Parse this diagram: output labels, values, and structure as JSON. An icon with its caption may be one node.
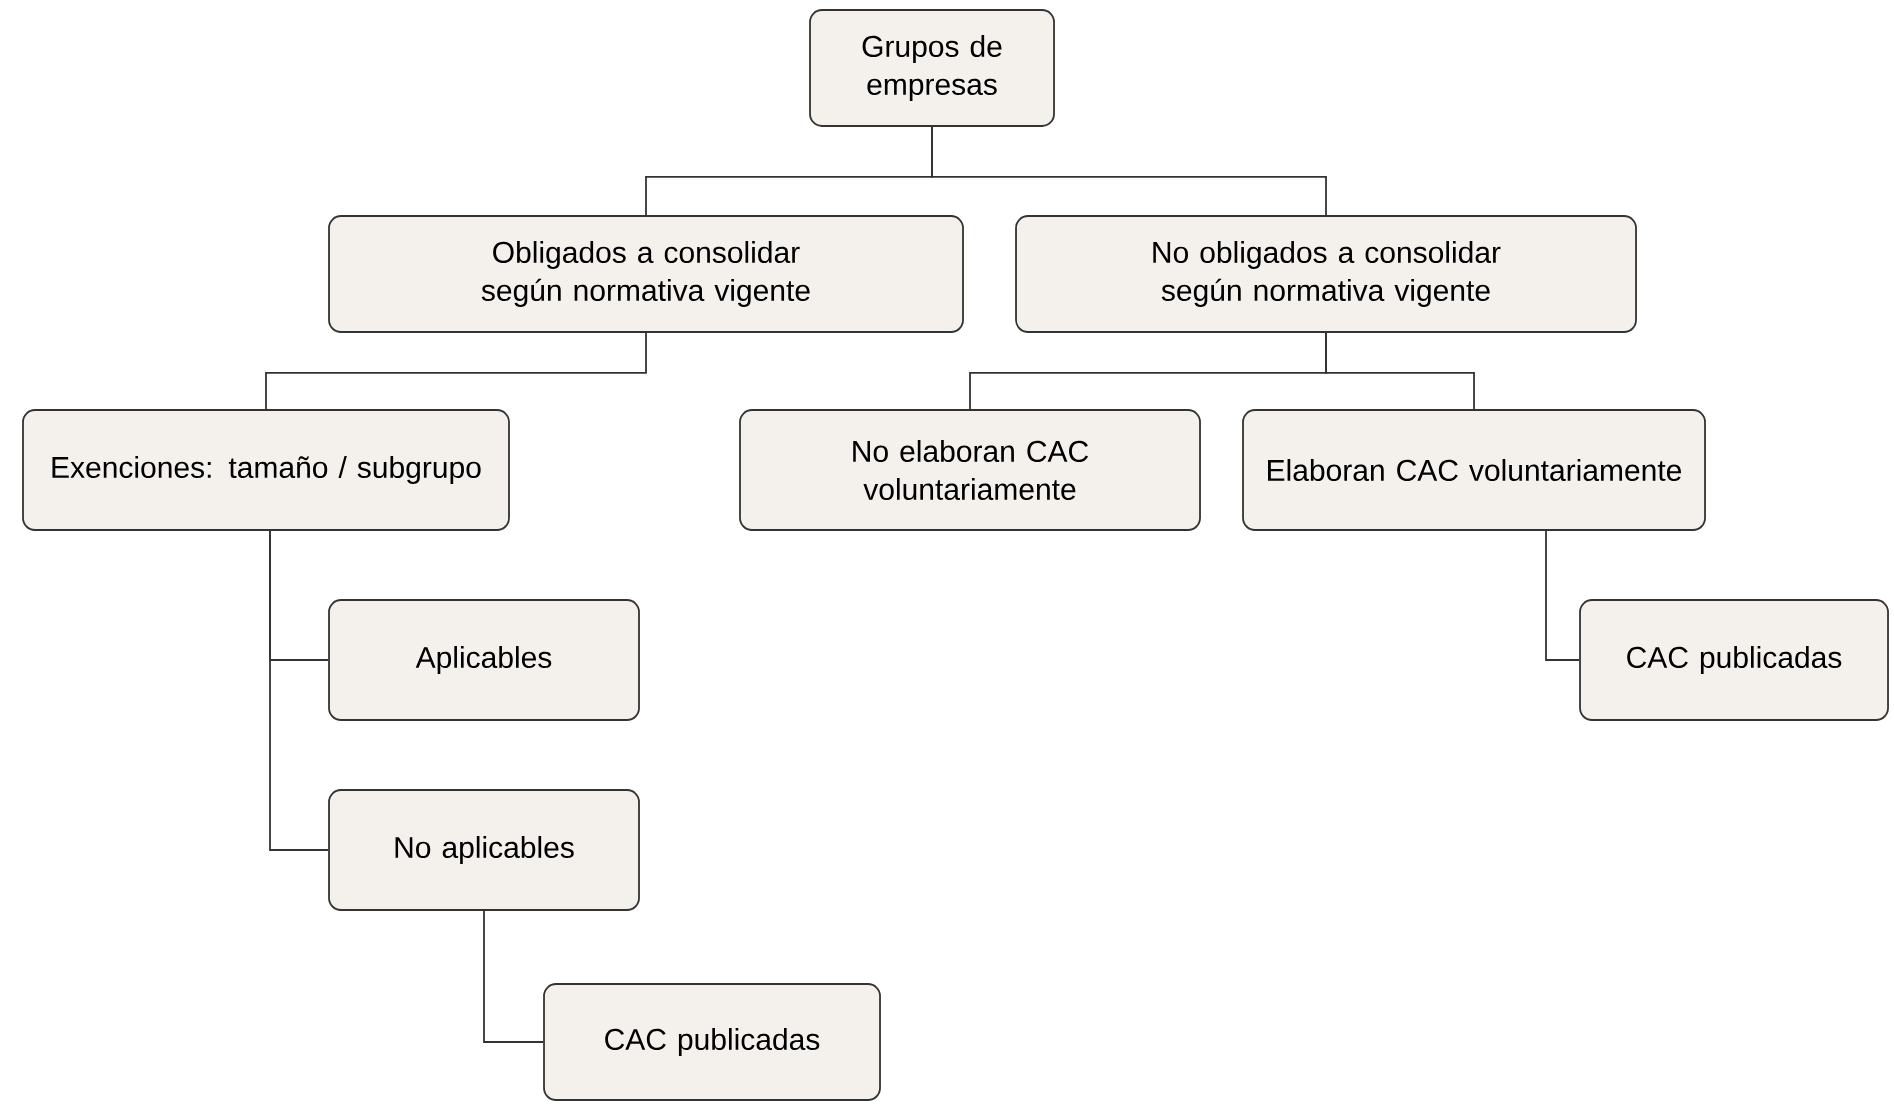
{
  "diagram": {
    "nodes": [
      {
        "text": [
          "Grupos de empresas"
        ]
      },
      {
        "text": [
          "Obligados a consolidar según normativa vigente"
        ]
      },
      {
        "text": [
          "No obligados a consolidar según normativa vigente"
        ]
      },
      {
        "text": [
          "Exenciones: tamaño / subgrupo"
        ]
      },
      {
        "text": [
          "No elaboran CAC voluntariamente"
        ]
      },
      {
        "text": [
          "Elaboran CAC voluntariamente"
        ]
      },
      {
        "text": [
          "Aplicables"
        ]
      },
      {
        "text": [
          "No aplicables"
        ]
      },
      {
        "text": [
          "CAC publicadas"
        ]
      },
      {
        "text": [
          "CAC publicadas"
        ]
      }
    ],
    "edges": [
      {
        "from": 0,
        "to": 1,
        "arrow": "none"
      },
      {
        "from": 0,
        "to": 2,
        "arrow": "none"
      },
      {
        "from": 1,
        "to": 3,
        "arrow": "none"
      },
      {
        "from": 2,
        "to": 4,
        "arrow": "none"
      },
      {
        "from": 2,
        "to": 5,
        "arrow": "none"
      },
      {
        "from": 3,
        "to": 6,
        "arrow": "none"
      },
      {
        "from": 3,
        "to": 7,
        "arrow": "none"
      },
      {
        "from": 7,
        "to": 8,
        "arrow": "none"
      },
      {
        "from": 5,
        "to": 9,
        "arrow": "none"
      }
    ]
  }
}
